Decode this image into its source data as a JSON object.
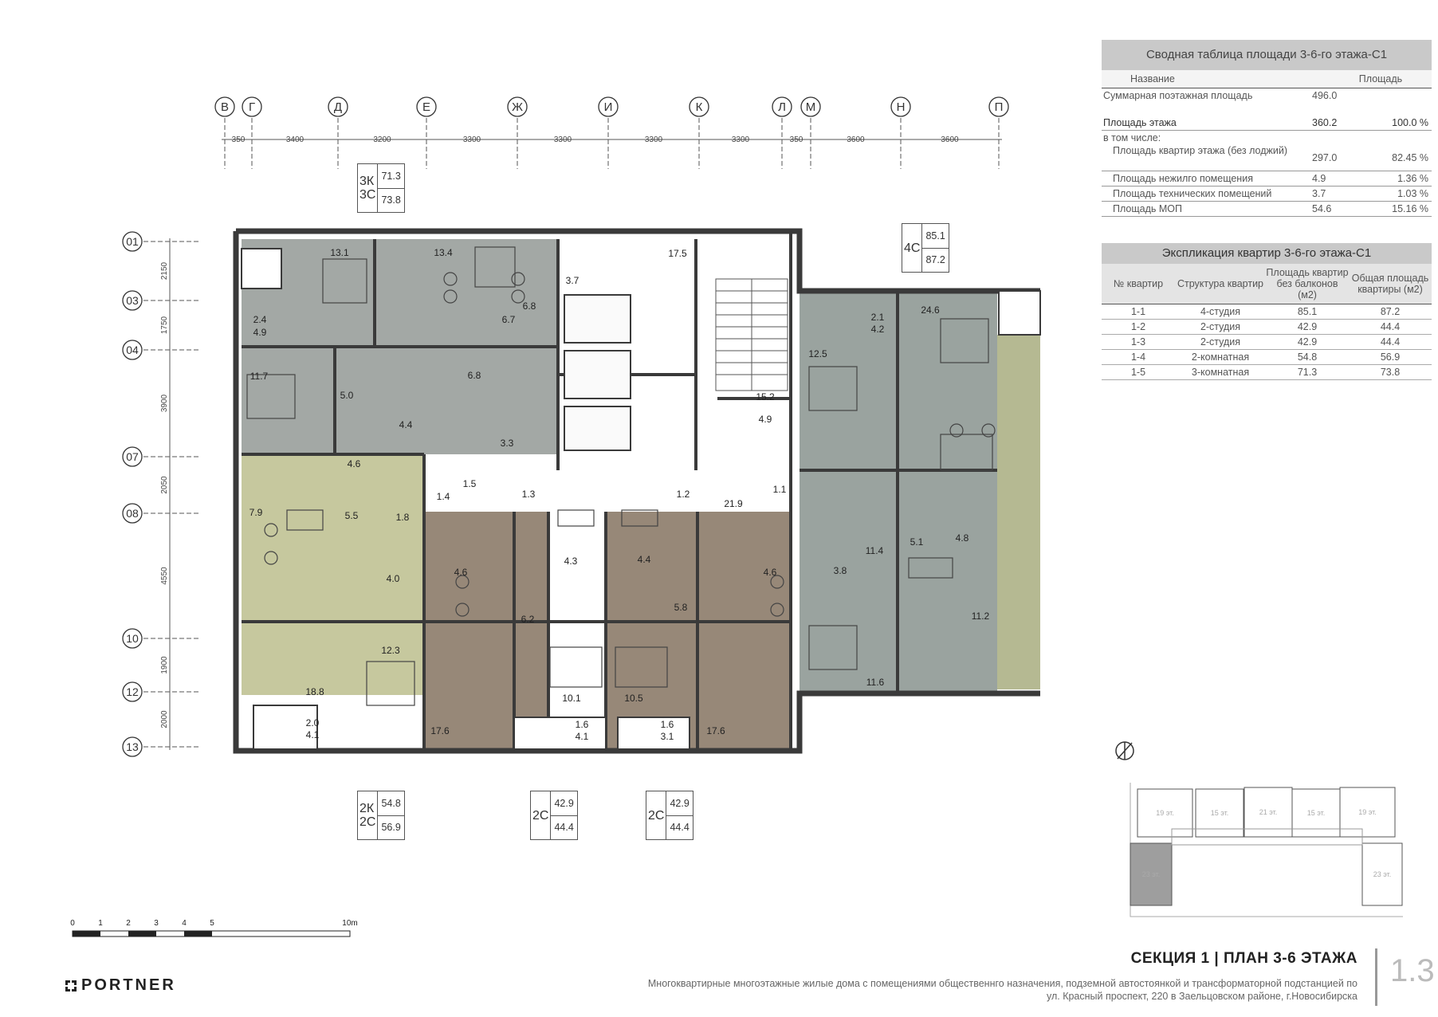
{
  "axes_top": [
    "В",
    "Г",
    "Д",
    "Е",
    "Ж",
    "И",
    "К",
    "Л",
    "М",
    "Н",
    "П"
  ],
  "dims_top": [
    "350",
    "3400",
    "3200",
    "3300",
    "3300",
    "3300",
    "3300",
    "350",
    "3600",
    "3600"
  ],
  "axes_left": [
    "01",
    "03",
    "04",
    "07",
    "08",
    "10",
    "12",
    "13"
  ],
  "dims_left": [
    "2150",
    "1750",
    "3900",
    "2050",
    "4550",
    "1900",
    "2000"
  ],
  "rooms": [
    "13.1",
    "13.4",
    "17.5",
    "3.7",
    "2.4",
    "4.9",
    "6.8",
    "6.7",
    "11.7",
    "5.0",
    "6.8",
    "4.4",
    "3.3",
    "15.2",
    "4.9",
    "1.5",
    "4.6",
    "1.4",
    "1.3",
    "1.2",
    "21.9",
    "1.1",
    "7.9",
    "5.5",
    "1.8",
    "4.0",
    "4.6",
    "4.3",
    "4.4",
    "4.6",
    "6.2",
    "5.8",
    "12.3",
    "18.8",
    "2.0",
    "4.1",
    "17.6",
    "10.1",
    "10.5",
    "17.6",
    "1.6",
    "4.1",
    "1.6",
    "3.1",
    "2.1",
    "4.2",
    "24.6",
    "12.5",
    "11.4",
    "5.1",
    "4.8",
    "3.8",
    "11.2",
    "11.6"
  ],
  "apartments": [
    {
      "code_top": "3К",
      "code_bottom": "3С",
      "area": "71.3",
      "total": "73.8"
    },
    {
      "code_top": "4С",
      "code_bottom": "",
      "area": "85.1",
      "total": "87.2"
    },
    {
      "code_top": "2К",
      "code_bottom": "2С",
      "area": "54.8",
      "total": "56.9"
    },
    {
      "code_top": "2С",
      "code_bottom": "",
      "area": "42.9",
      "total": "44.4"
    },
    {
      "code_top": "2С",
      "code_bottom": "",
      "area": "42.9",
      "total": "44.4"
    }
  ],
  "summary": {
    "title": "Сводная таблица площади 3-6-го этажа-С1",
    "col_name": "Название",
    "col_area": "Площадь",
    "rows": [
      {
        "name": "Суммарная поэтажная площадь",
        "area": "496.0",
        "pct": ""
      },
      {
        "name": "Площадь этажа",
        "area": "360.2",
        "pct": "100.0 %"
      },
      {
        "name": "в том числе:",
        "area": "",
        "pct": ""
      },
      {
        "name": "Площадь квартир этажа (без лоджий)",
        "area": "297.0",
        "pct": "82.45 %"
      },
      {
        "name": "Площадь нежилго помещения",
        "area": "4.9",
        "pct": "1.36 %"
      },
      {
        "name": "Площадь технических помещений",
        "area": "3.7",
        "pct": "1.03 %"
      },
      {
        "name": "Площадь МОП",
        "area": "54.6",
        "pct": "15.16 %"
      }
    ]
  },
  "explication": {
    "title": "Экспликация квартир 3-6-го этажа-С1",
    "headers": [
      "№ квартир",
      "Структура квартир",
      "Площадь квартир без балконов (м2)",
      "Общая площадь квартиры (м2)"
    ],
    "rows": [
      [
        "1-1",
        "4-студия",
        "85.1",
        "87.2"
      ],
      [
        "1-2",
        "2-студия",
        "42.9",
        "44.4"
      ],
      [
        "1-3",
        "2-студия",
        "42.9",
        "44.4"
      ],
      [
        "1-4",
        "2-комнатная",
        "54.8",
        "56.9"
      ],
      [
        "1-5",
        "3-комнатная",
        "71.3",
        "73.8"
      ]
    ]
  },
  "scale": {
    "ticks": [
      "0",
      "1",
      "2",
      "3",
      "4",
      "5"
    ],
    "end": "10m"
  },
  "keyplan": {
    "labels": [
      "19 эт.",
      "15 эт.",
      "21 эт.",
      "15 эт.",
      "19 эт.",
      "23 эт.",
      "23 эт."
    ]
  },
  "footer": {
    "title": "СЕКЦИЯ 1  |  ПЛАН 3-6 ЭТАЖА",
    "desc1": "Многоквартирные многоэтажные жилые дома с помещениями общественнго назначения, подземной автостоянкой и трансформаторной подстанцией по",
    "desc2": "ул. Красный проспект, 220 в Заельцовском районе, г.Новосибирска",
    "page": "1.3",
    "logo": "PORTNER"
  },
  "colors": {
    "apt_gray": "#a3a8a5",
    "apt_green": "#c6c89e",
    "apt_brown": "#978878",
    "apt_gray2": "#9aa39f",
    "apt_olive": "#b5b992",
    "wall": "#3a3a3a"
  }
}
